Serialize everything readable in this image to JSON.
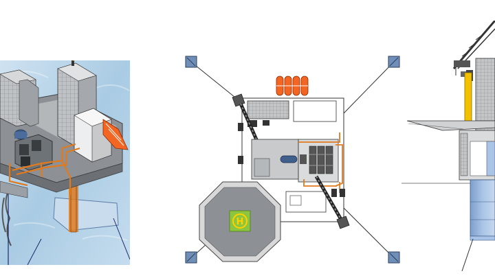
{
  "figure": {
    "panels": [
      {
        "view": "isometric",
        "description_name": "platform-isometric-view"
      },
      {
        "view": "plan",
        "description_name": "platform-plan-view"
      },
      {
        "view": "side",
        "description_name": "platform-side-view"
      }
    ],
    "helipad": {
      "label": "H"
    },
    "colors": {
      "sea_blue": "#a9cbe3",
      "deck_gray": "#8d9196",
      "module_gray": "#c8cacc",
      "piping_orange": "#e07a1e",
      "lifeboat_orange": "#f26522",
      "crane_yellow": "#f2c200",
      "helipad_green": "#8cc63e",
      "helipad_yellow": "#ffd200",
      "anchor_blue": "#6f8fb8",
      "hull_blue": "#a9c4e6"
    },
    "icons": {
      "helipad": "helipad-icon",
      "lifeboat": "lifeboat-icon",
      "crane": "crane-icon",
      "anchor": "anchor-icon"
    }
  }
}
